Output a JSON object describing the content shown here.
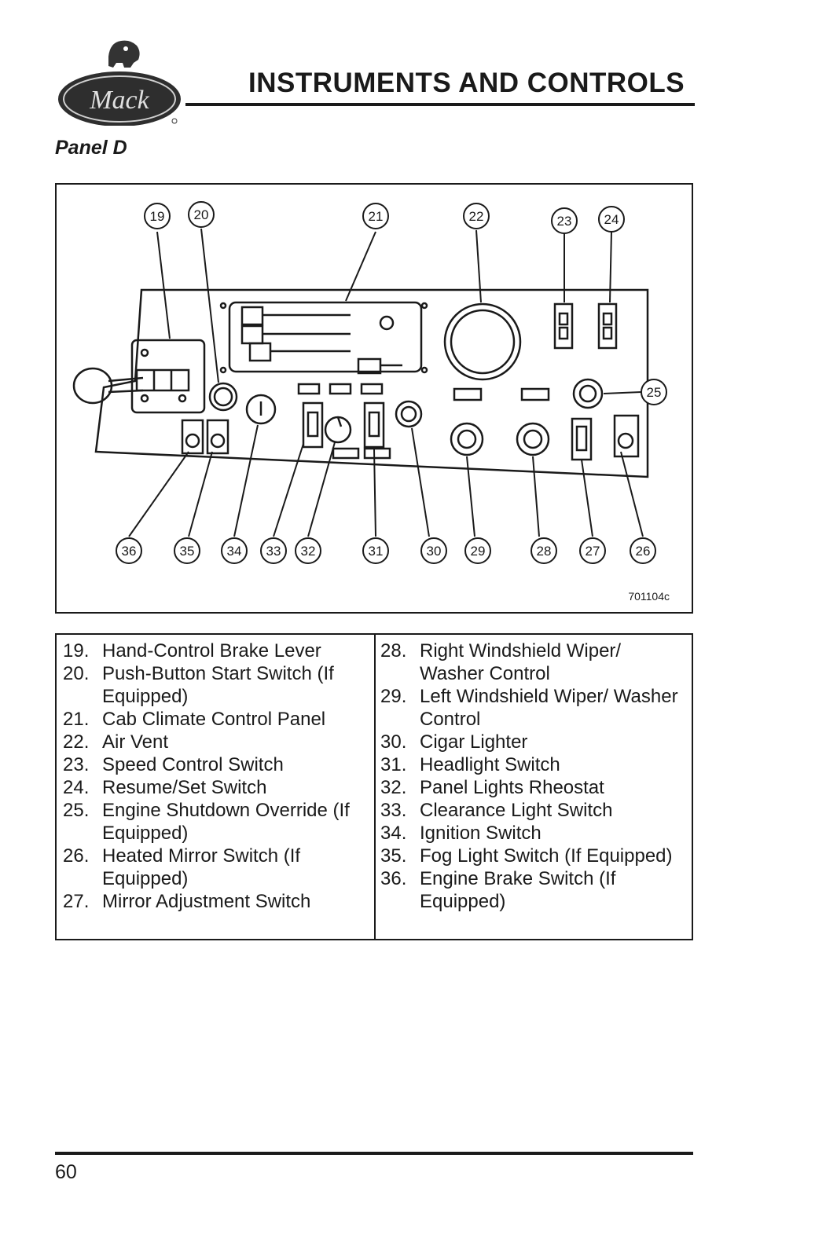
{
  "header": {
    "title": "INSTRUMENTS AND CONTROLS",
    "logo_text": "Mack"
  },
  "subtitle": "Panel D",
  "figure": {
    "code": "701104c",
    "callouts": [
      "19",
      "20",
      "21",
      "22",
      "23",
      "24",
      "25",
      "26",
      "27",
      "28",
      "29",
      "30",
      "31",
      "32",
      "33",
      "34",
      "35",
      "36"
    ]
  },
  "legend": {
    "left": [
      {
        "num": "19.",
        "text": "Hand-Control Brake Lever"
      },
      {
        "num": "20.",
        "text": "Push-Button Start Switch (If Equipped)"
      },
      {
        "num": "21.",
        "text": "Cab Climate Control Panel"
      },
      {
        "num": "22.",
        "text": "Air Vent"
      },
      {
        "num": "23.",
        "text": "Speed Control Switch"
      },
      {
        "num": "24.",
        "text": "Resume/Set Switch"
      },
      {
        "num": "25.",
        "text": "Engine Shutdown Override (If Equipped)"
      },
      {
        "num": "26.",
        "text": "Heated Mirror Switch (If Equipped)"
      },
      {
        "num": "27.",
        "text": "Mirror Adjustment Switch"
      }
    ],
    "right": [
      {
        "num": "28.",
        "text": "Right Windshield Wiper/ Washer Control"
      },
      {
        "num": "29.",
        "text": "Left Windshield Wiper/ Washer Control"
      },
      {
        "num": "30.",
        "text": "Cigar Lighter"
      },
      {
        "num": "31.",
        "text": "Headlight Switch"
      },
      {
        "num": "32.",
        "text": "Panel Lights Rheostat"
      },
      {
        "num": "33.",
        "text": "Clearance Light Switch"
      },
      {
        "num": "34.",
        "text": "Ignition Switch"
      },
      {
        "num": "35.",
        "text": "Fog Light Switch (If Equipped)"
      },
      {
        "num": "36.",
        "text": "Engine Brake Switch (If Equipped)"
      }
    ]
  },
  "footer": {
    "page_number": "60"
  }
}
